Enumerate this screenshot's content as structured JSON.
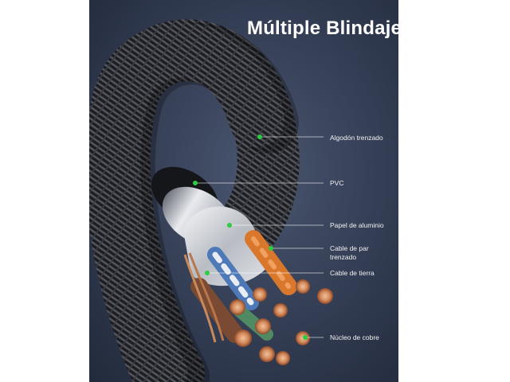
{
  "title": "Múltiple Blindaje",
  "labels": {
    "cotton": "Algodón trenzado",
    "pvc": "PVC",
    "foil": "Papel de aluminio",
    "twisted_line1": "Cable de par",
    "twisted_line2": "trenzado",
    "ground": "Cable de tierra",
    "copper": "Núcleo de cobre"
  },
  "colors": {
    "background": "#2e384d",
    "pointer_dot": "#2ecc40",
    "text": "#ffffff"
  }
}
